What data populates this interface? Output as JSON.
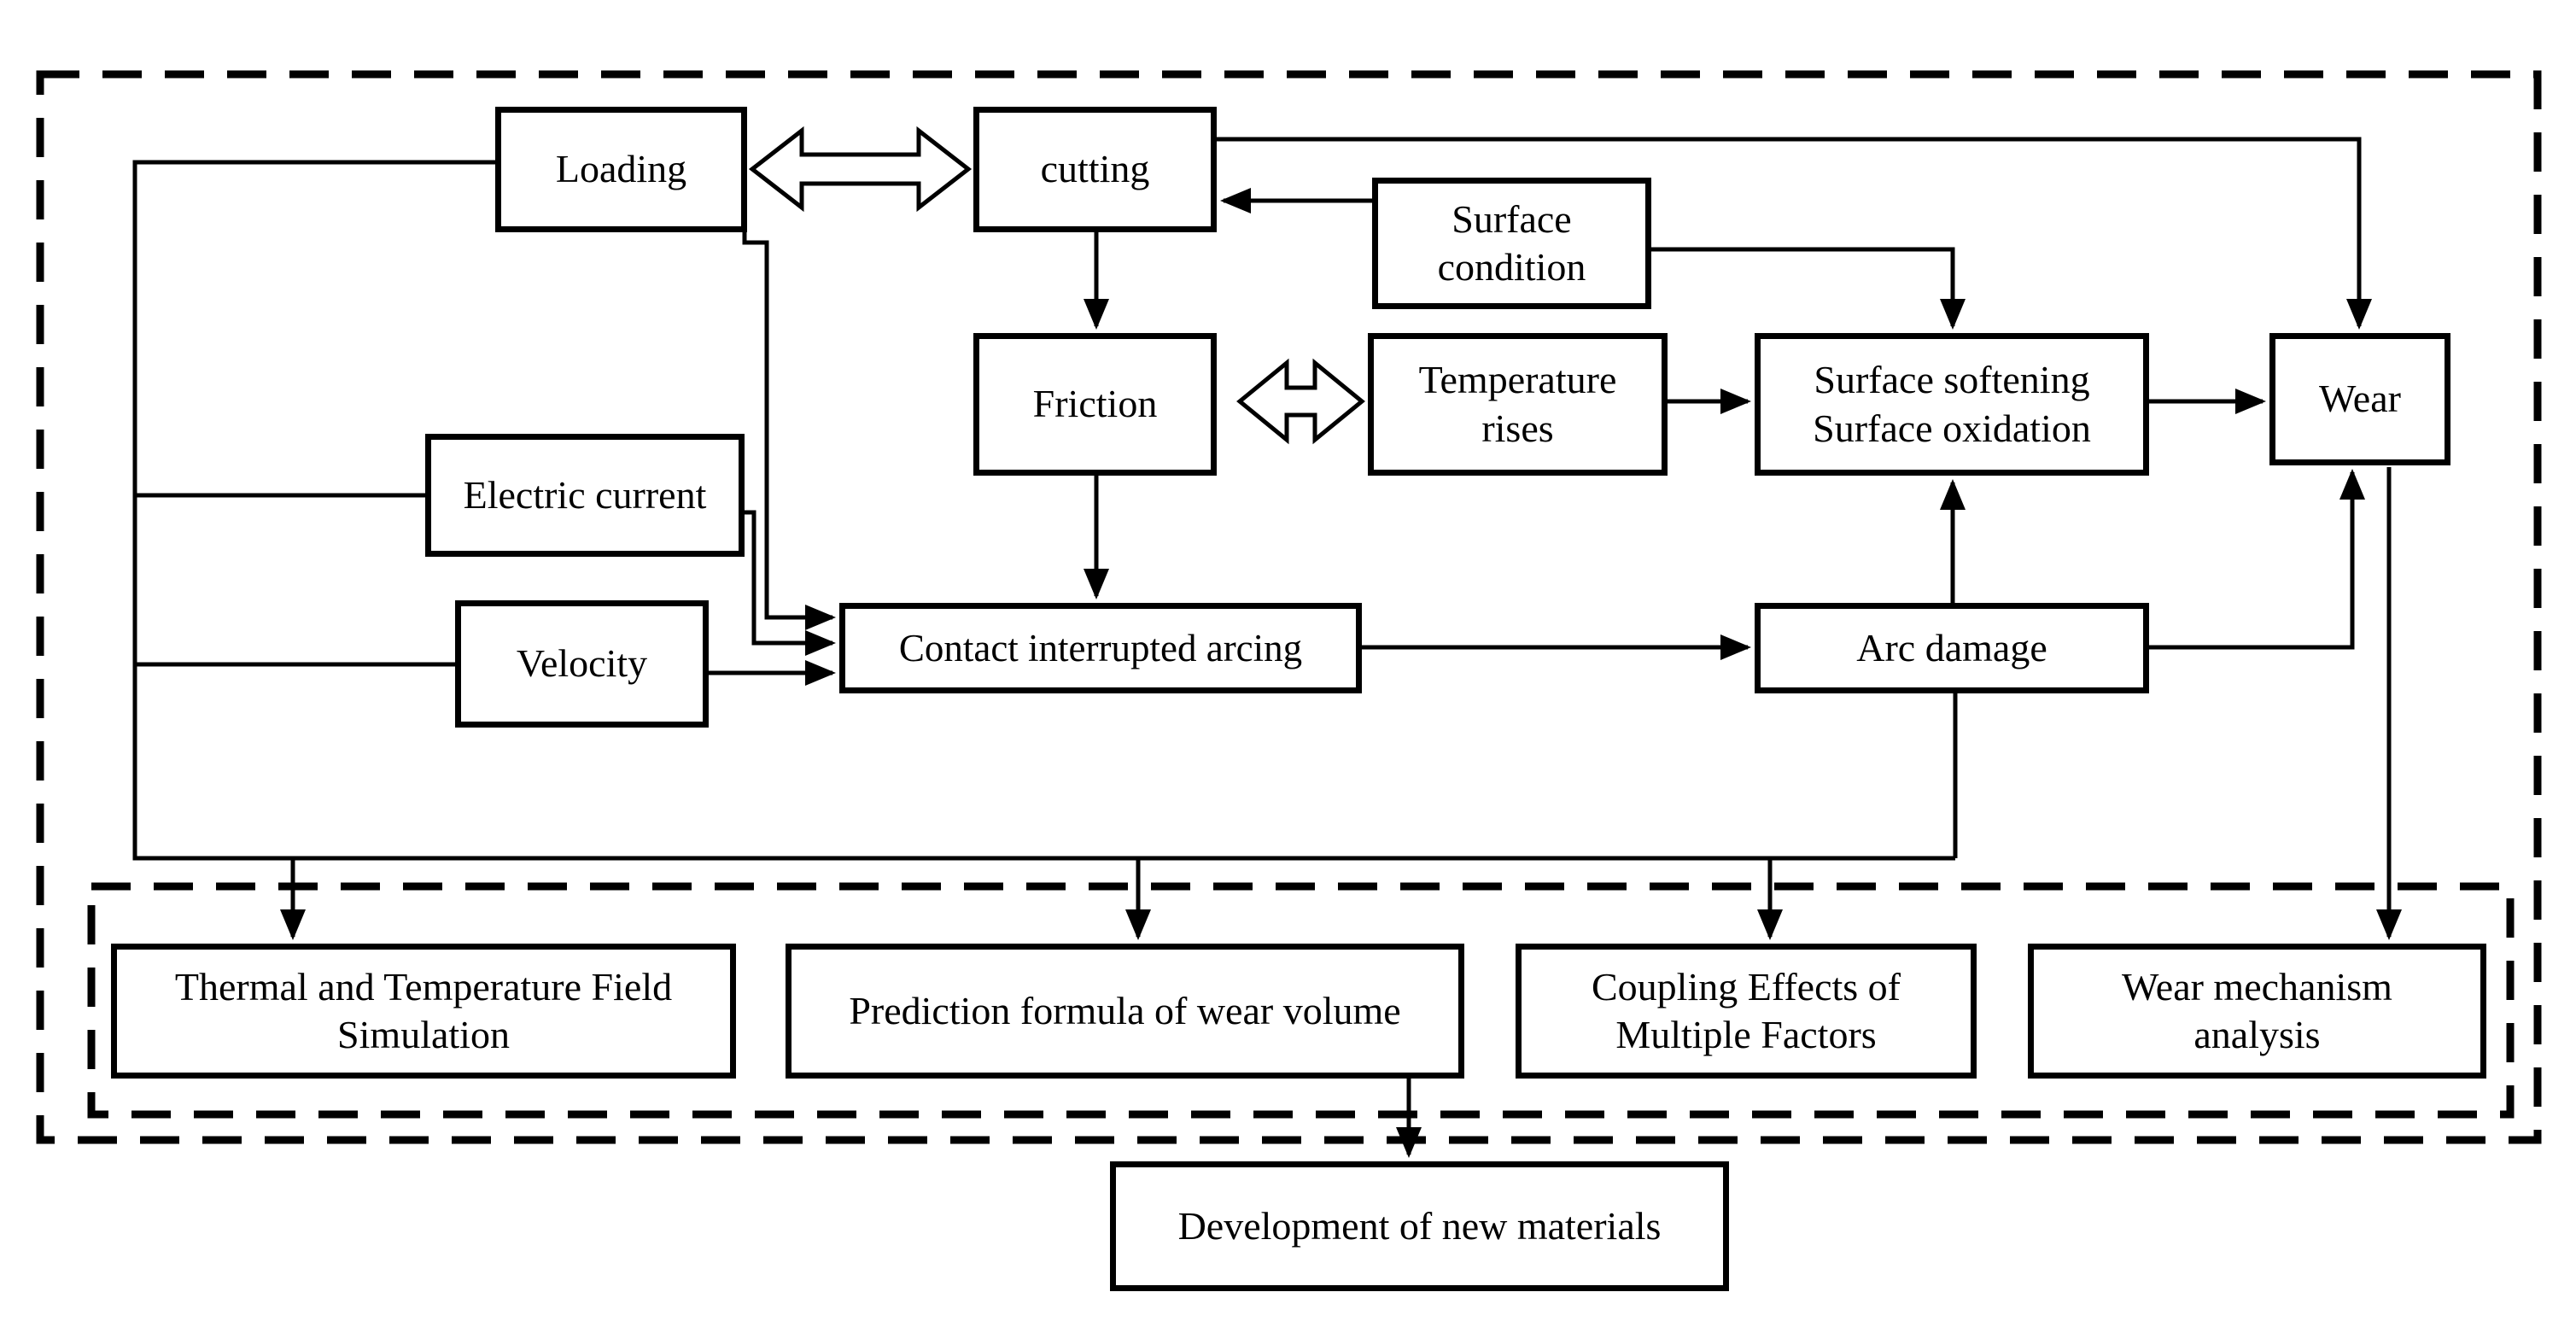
{
  "diagram": {
    "title": "Wear factors and research flowchart",
    "colors": {
      "line": "#000000",
      "background": "#ffffff",
      "text": "#000000"
    },
    "nodes": {
      "loading": {
        "label": "Loading"
      },
      "cutting": {
        "label": "cutting"
      },
      "surface_condition": {
        "label": "Surface\ncondition"
      },
      "friction": {
        "label": "Friction"
      },
      "temperature_rises": {
        "label": "Temperature\nrises"
      },
      "surface_softening": {
        "label": "Surface softening\nSurface oxidation"
      },
      "wear": {
        "label": "Wear"
      },
      "electric_current": {
        "label": "Electric current"
      },
      "velocity": {
        "label": "Velocity"
      },
      "contact_arcing": {
        "label": "Contact interrupted arcing"
      },
      "arc_damage": {
        "label": "Arc damage"
      },
      "thermal_simulation": {
        "label": "Thermal and Temperature Field\nSimulation"
      },
      "prediction_formula": {
        "label": "Prediction formula of wear volume"
      },
      "coupling_effects": {
        "label": "Coupling Effects of\nMultiple Factors"
      },
      "wear_mechanism": {
        "label": "Wear mechanism\nanalysis"
      },
      "development": {
        "label": "Development of new materials"
      }
    },
    "edges": [
      {
        "from": "loading",
        "to": "cutting",
        "style": "double-open-arrow"
      },
      {
        "from": "friction",
        "to": "temperature_rises",
        "style": "double-open-arrow"
      },
      {
        "from": "cutting",
        "to": "friction",
        "style": "arrow"
      },
      {
        "from": "friction",
        "to": "contact_arcing",
        "style": "arrow"
      },
      {
        "from": "cutting",
        "to": "wear",
        "style": "arrow"
      },
      {
        "from": "surface_condition",
        "to": "cutting",
        "style": "arrow"
      },
      {
        "from": "surface_condition",
        "to": "surface_softening",
        "style": "arrow"
      },
      {
        "from": "temperature_rises",
        "to": "surface_softening",
        "style": "arrow"
      },
      {
        "from": "surface_softening",
        "to": "wear",
        "style": "arrow"
      },
      {
        "from": "loading",
        "to": "contact_arcing",
        "style": "arrow"
      },
      {
        "from": "electric_current",
        "to": "contact_arcing",
        "style": "arrow"
      },
      {
        "from": "velocity",
        "to": "contact_arcing",
        "style": "arrow"
      },
      {
        "from": "contact_arcing",
        "to": "arc_damage",
        "style": "arrow"
      },
      {
        "from": "arc_damage",
        "to": "surface_softening",
        "style": "arrow"
      },
      {
        "from": "arc_damage",
        "to": "wear",
        "style": "arrow"
      },
      {
        "from": "arc_damage",
        "to": "summary_bus",
        "style": "line"
      },
      {
        "from": "loading",
        "to": "summary_bus",
        "style": "line"
      },
      {
        "from": "summary_bus",
        "to": "thermal_simulation",
        "style": "arrow"
      },
      {
        "from": "summary_bus",
        "to": "prediction_formula",
        "style": "arrow"
      },
      {
        "from": "summary_bus",
        "to": "coupling_effects",
        "style": "arrow"
      },
      {
        "from": "wear",
        "to": "wear_mechanism",
        "style": "arrow"
      },
      {
        "from": "prediction_formula",
        "to": "development",
        "style": "arrow"
      }
    ]
  }
}
